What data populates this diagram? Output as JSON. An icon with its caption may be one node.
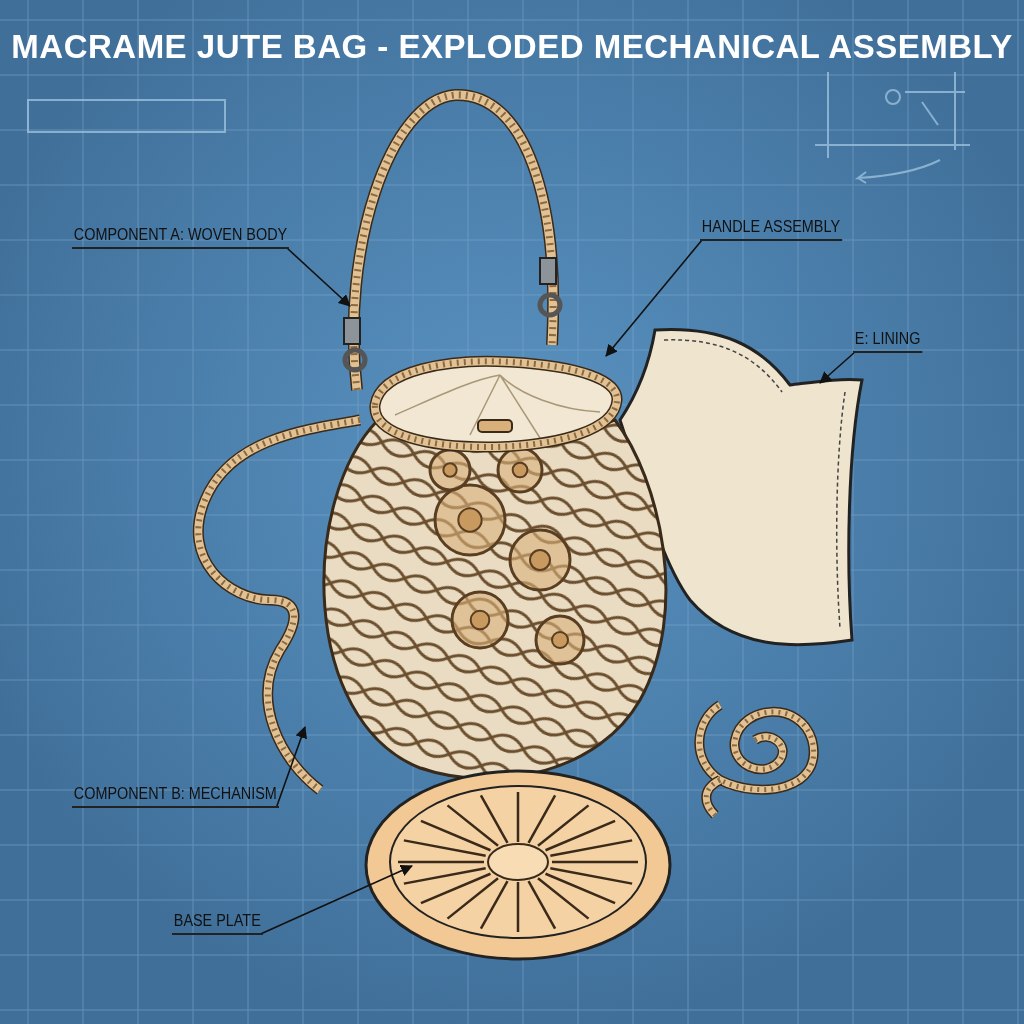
{
  "diagram": {
    "title": "MACRAME JUTE BAG - EXPLODED MECHANICAL ASSEMBLY",
    "nodes": [
      {
        "text": [
          "COMPONENT A: WOVEN BODY"
        ]
      },
      {
        "text": [
          "HANDLE ASSEMBLY"
        ]
      },
      {
        "text": [
          "E: LINING"
        ]
      },
      {
        "text": [
          "COMPONENT B: MECHANISM"
        ]
      },
      {
        "text": [
          "BASE PLATE"
        ]
      },
      {
        "text": [],
        "shape": "picture"
      },
      {
        "text": [],
        "shape": "picture"
      },
      {
        "text": [],
        "shape": "picture"
      },
      {
        "text": [],
        "shape": "picture"
      },
      {
        "text": [],
        "shape": "picture"
      }
    ],
    "edges": [
      {
        "from": 0,
        "to": 5,
        "arrow": "to"
      },
      {
        "from": 1,
        "to": 6,
        "arrow": "to"
      },
      {
        "from": 2,
        "to": 7,
        "arrow": "to"
      },
      {
        "from": 3,
        "to": 8,
        "arrow": "to"
      },
      {
        "from": 4,
        "to": 9,
        "arrow": "to"
      }
    ]
  }
}
